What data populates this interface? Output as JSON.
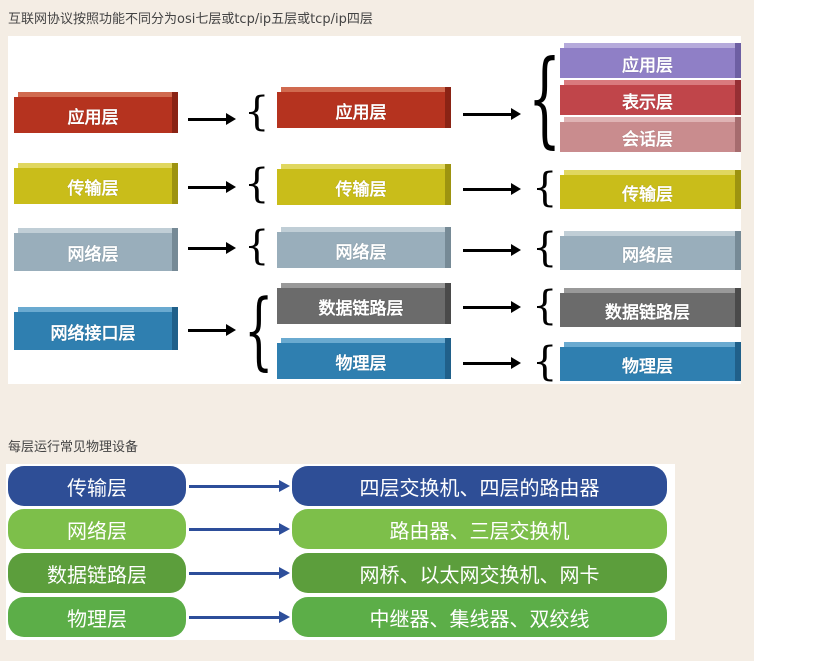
{
  "caption1": "互联网协议按照功能不同分为osi七层或tcp/ip五层或tcp/ip四层",
  "caption2": "每层运行常见物理设备",
  "diagram1": {
    "four_layer": [
      "应用层",
      "传输层",
      "网络层",
      "网络接口层"
    ],
    "five_layer": [
      "应用层",
      "传输层",
      "网络层",
      "数据链路层",
      "物理层"
    ],
    "seven_layer": [
      "应用层",
      "表示层",
      "会话层",
      "传输层",
      "网络层",
      "数据链路层",
      "物理层"
    ]
  },
  "diagram2": {
    "rows": [
      {
        "layer": "传输层",
        "devices": "四层交换机、四层的路由器"
      },
      {
        "layer": "网络层",
        "devices": "路由器、三层交换机"
      },
      {
        "layer": "数据链路层",
        "devices": "网桥、以太网交换机、网卡"
      },
      {
        "layer": "物理层",
        "devices": "中继器、集线器、双绞线"
      }
    ]
  },
  "colors": {
    "application": "#b5331f",
    "presentation": "#c0454a",
    "session": "#c98c8e",
    "transport": "#c9bd1a",
    "network": "#99aebb",
    "datalink": "#6b6b6b",
    "physical": "#2f7fb0",
    "session_layer_purple": "#8f7fc6",
    "pill_blue": "#2e4e96",
    "pill_green_light": "#7dbf4a",
    "pill_green_dark": "#5c9e3c"
  }
}
